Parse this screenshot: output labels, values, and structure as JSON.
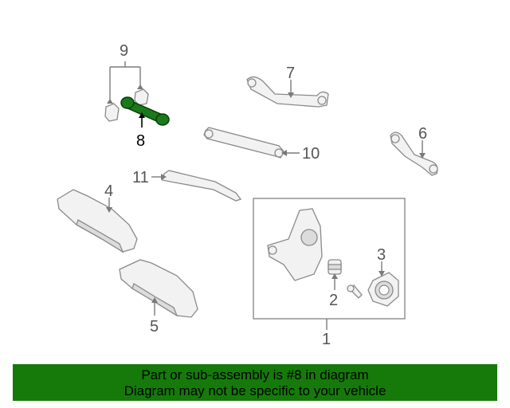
{
  "diagram": {
    "callouts": {
      "c1": "1",
      "c2": "2",
      "c3": "3",
      "c4": "4",
      "c5": "5",
      "c6": "6",
      "c7": "7",
      "c8": "8",
      "c9": "9",
      "c10": "10",
      "c11": "11"
    },
    "highlight_part": "8",
    "highlight_color": "#1a7a1a",
    "part_stroke_color": "#8a8a8a"
  },
  "footer": {
    "line1": "Part or sub-assembly is #8 in diagram",
    "line2": "Diagram may not be specific to your vehicle",
    "background_color": "#157a0a"
  }
}
